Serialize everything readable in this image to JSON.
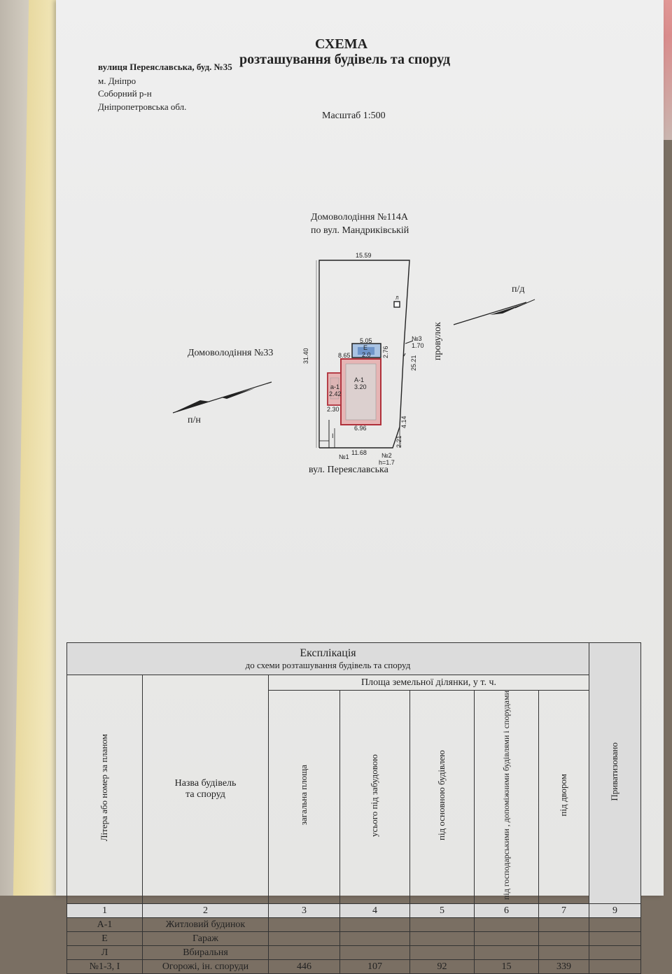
{
  "header": {
    "title": "СХЕМА",
    "subtitle": "розташування будівель та споруд",
    "address_line": "вулиця Переяславська, буд. №35",
    "city": "м. Дніпро",
    "district": "Соборний р-н",
    "oblast": "Дніпропетровська обл.",
    "scale": "Масштаб 1:500"
  },
  "plan": {
    "north_owner": "Домоволодіння №114А",
    "north_owner_street": "по вул. Мандриківській",
    "west_owner": "Домоволодіння №33",
    "east_label": "провулок",
    "south_street": "вул. Переяславська",
    "north_arrow_ne": "п/д",
    "north_arrow_sw": "п/н",
    "dims": {
      "top": "15.59",
      "left": "31.40",
      "right": "25.21",
      "bottom": "11.68",
      "right_lower": "4.14",
      "right_corner": "2.21",
      "notch": "1.70",
      "garage_w": "5.05",
      "garage_h": "2.76",
      "house_top": "8.65",
      "house_bottom": "6.96",
      "annex_w": "2.30",
      "height_mark": "h=1.7"
    },
    "buildings": {
      "garage_letter": "Е",
      "garage_height": "2.0",
      "house_letter": "А-1",
      "house_height": "3.20",
      "annex_letter": "а-1",
      "annex_height": "2.42",
      "toilet_letter": "Л"
    },
    "fences": {
      "n1": "№1",
      "n2": "№2",
      "n3": "№3",
      "gate": "I"
    }
  },
  "table": {
    "title": "Експлікація",
    "subtitle": "до схеми розташування будівель та споруд",
    "col_letter": "Літера або номер за планом",
    "col_name_1": "Назва будівель",
    "col_name_2": "та споруд",
    "group_header": "Площа земельної ділянки, у т. ч.",
    "col_total": "загальна площа",
    "col_built": "усього під забудовою",
    "col_main": "під основною будівлею",
    "col_aux": "під господарськими , допоміжними будівлями і спорудами",
    "col_yard": "під двором",
    "col_priv": "Приватизовано",
    "col_numbers": [
      "1",
      "2",
      "3",
      "4",
      "5",
      "6",
      "7",
      "9"
    ],
    "rows": [
      {
        "letter": "А-1",
        "name": "Житловий будинок",
        "total": "",
        "built": "",
        "main": "",
        "aux": "",
        "yard": "",
        "priv": ""
      },
      {
        "letter": "Е",
        "name": "Гараж",
        "total": "",
        "built": "",
        "main": "",
        "aux": "",
        "yard": "",
        "priv": ""
      },
      {
        "letter": "Л",
        "name": "Вбиральня",
        "total": "",
        "built": "",
        "main": "",
        "aux": "",
        "yard": "",
        "priv": ""
      },
      {
        "letter": "№1-3, І",
        "name": "Огорожі, ін. споруди",
        "total": "446",
        "built": "107",
        "main": "92",
        "aux": "15",
        "yard": "339",
        "priv": ""
      }
    ]
  }
}
